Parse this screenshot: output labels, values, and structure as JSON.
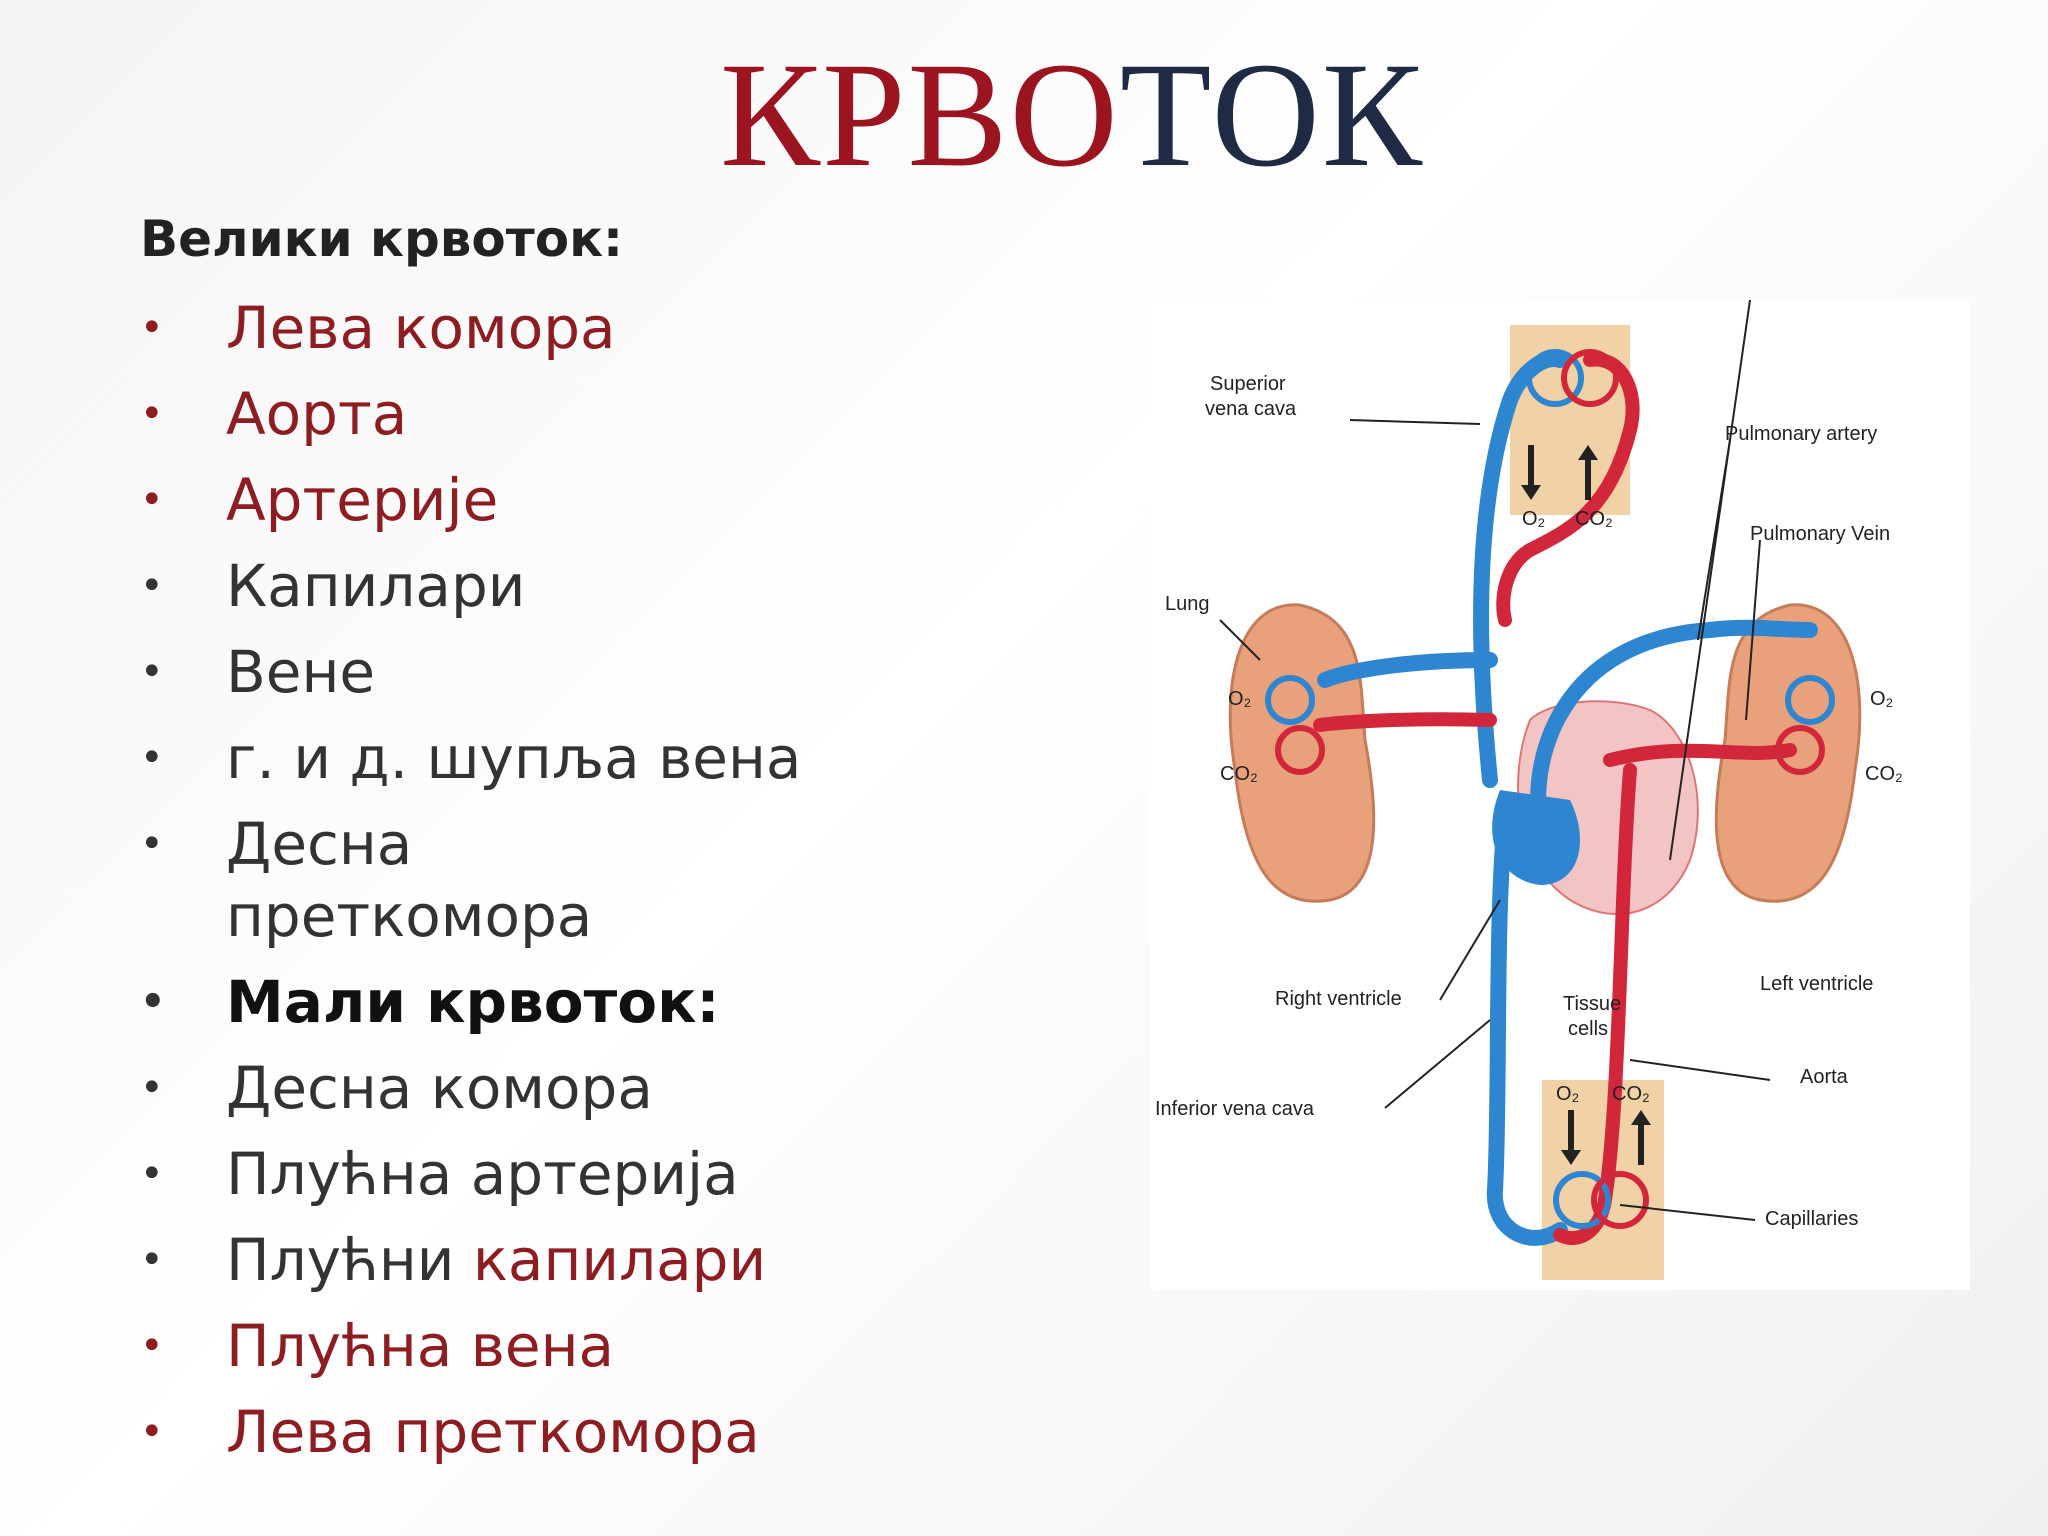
{
  "title": {
    "part1": "КРВО",
    "part2": "ТОК"
  },
  "systemic_heading": "Велики крвоток:",
  "items": [
    "Лева комора",
    "Аорта",
    "Артерије",
    "Капилари",
    "Вене",
    "г. и д. шупља вена",
    "Десна преткомора",
    "Мали крвоток:",
    "Десна комора",
    "Плућна артерија",
    "Плућни капилари",
    "Плућна вена",
    "Лева преткомора"
  ],
  "item_11_parts": {
    "plain": "Плућни ",
    "red": "капилари"
  },
  "diagram": {
    "labels": {
      "superior_vena_cava_1": "Superior",
      "superior_vena_cava_2": "vena cava",
      "pulmonary_artery": "Pulmonary artery",
      "pulmonary_vein": "Pulmonary Vein",
      "lung": "Lung",
      "right_ventricle": "Right ventricle",
      "left_ventricle": "Left ventricle",
      "tissue_cells_1": "Tissue",
      "tissue_cells_2": "cells",
      "inferior_vena_cava": "Inferior vena cava",
      "aorta": "Aorta",
      "capillaries": "Capillaries",
      "o2": "O₂",
      "co2": "CO₂"
    },
    "colors": {
      "deoxygenated": "#2f86d0",
      "oxygenated": "#d2273a",
      "tissue": "#f1d2a6",
      "lung": "#e9a17c"
    }
  }
}
